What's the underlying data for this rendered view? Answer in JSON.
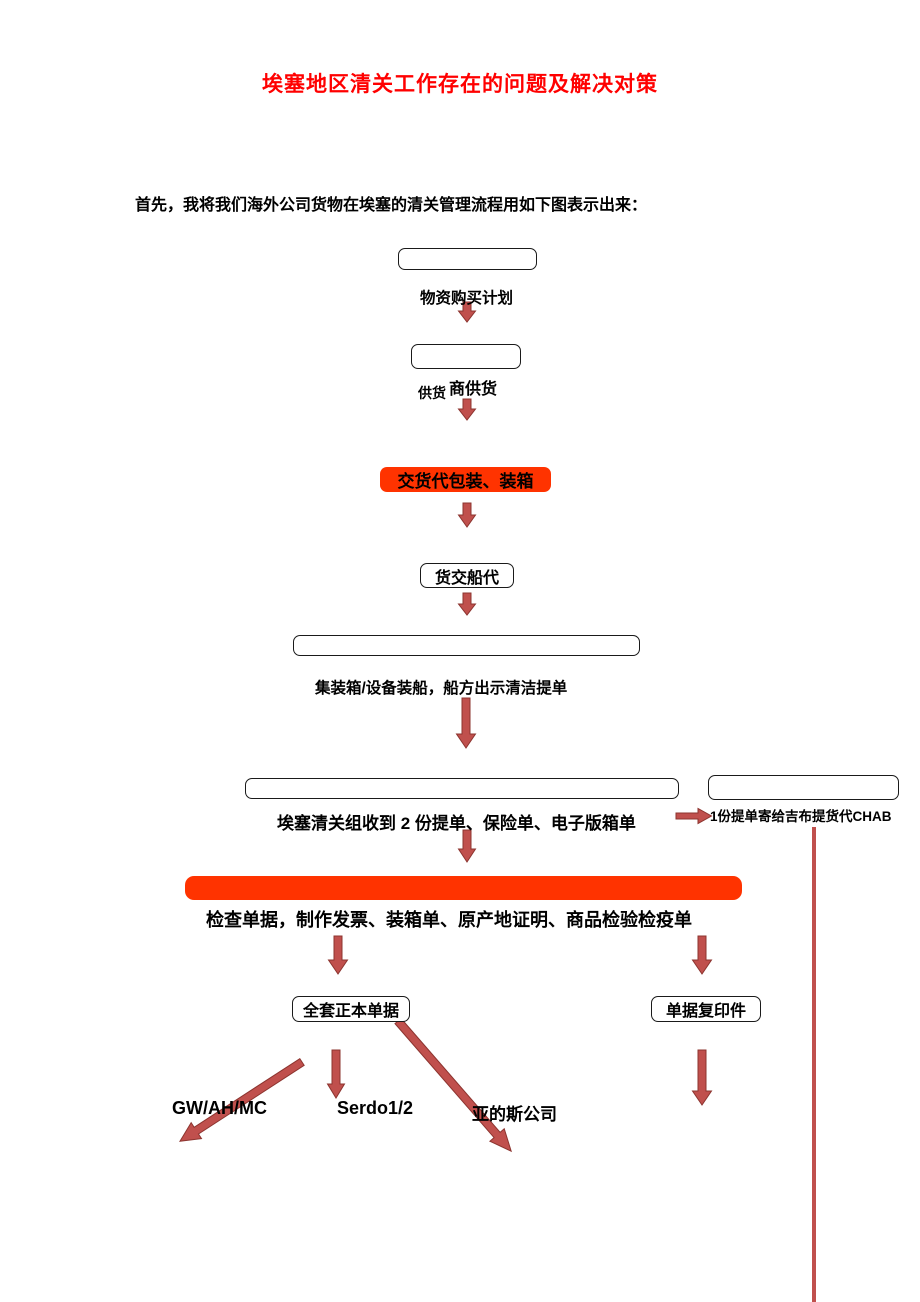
{
  "page": {
    "title": "埃塞地区清关工作存在的问题及解决对策",
    "intro": "首先，我将我们海外公司货物在埃塞的清关管理流程用如下图表示出来："
  },
  "flow": {
    "purchase_plan": "物资购买计划",
    "supplier_part1": "供货",
    "supplier_part2": "商供货",
    "forwarder_packing": "交货代包装、装箱",
    "cargo_to_shipping_agent": "货交船代",
    "loading_clean_bl": "集装箱/设备装船，船方出示清洁提单",
    "docs_received": "埃塞清关组收到 2 份提单、保险单、电子版箱单",
    "bl_to_djibouti": "1份提单寄给吉布提货代CHAB",
    "check_docs": "检查单据，制作发票、装箱单、原产地证明、商品检验检疫单",
    "full_original_docs": "全套正本单据",
    "doc_copies": "单据复印件",
    "dest_gw_ah_mc": "GW/AH/MC",
    "dest_serdo": "Serdo1/2",
    "dest_addis": "亚的斯公司"
  },
  "colors": {
    "title_color": "#ff0000",
    "highlight_bg": "#ff3300",
    "arrow_fill": "#c0504d",
    "arrow_stroke": "#8c342f",
    "box_border": "#1a1a1a"
  }
}
